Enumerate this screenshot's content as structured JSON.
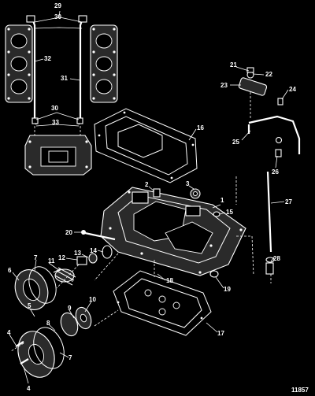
{
  "figure_number": "11857",
  "callouts": [
    {
      "id": "c29a",
      "text": "29"
    },
    {
      "id": "c30a",
      "text": "30"
    },
    {
      "id": "c32",
      "text": "32"
    },
    {
      "id": "c31",
      "text": "31"
    },
    {
      "id": "c30b",
      "text": "30"
    },
    {
      "id": "c33",
      "text": "33"
    },
    {
      "id": "c21",
      "text": "21"
    },
    {
      "id": "c22",
      "text": "22"
    },
    {
      "id": "c23",
      "text": "23"
    },
    {
      "id": "c24",
      "text": "24"
    },
    {
      "id": "c25",
      "text": "25"
    },
    {
      "id": "c26",
      "text": "26"
    },
    {
      "id": "c16",
      "text": "16"
    },
    {
      "id": "c2",
      "text": "2"
    },
    {
      "id": "c3",
      "text": "3"
    },
    {
      "id": "c1",
      "text": "1"
    },
    {
      "id": "c15",
      "text": "15"
    },
    {
      "id": "c27",
      "text": "27"
    },
    {
      "id": "c20",
      "text": "20"
    },
    {
      "id": "c14",
      "text": "14"
    },
    {
      "id": "c13",
      "text": "13"
    },
    {
      "id": "c12",
      "text": "12"
    },
    {
      "id": "c11",
      "text": "11"
    },
    {
      "id": "c7a",
      "text": "7"
    },
    {
      "id": "c6",
      "text": "6"
    },
    {
      "id": "c28",
      "text": "28"
    },
    {
      "id": "c18",
      "text": "18"
    },
    {
      "id": "c19",
      "text": "19"
    },
    {
      "id": "c10",
      "text": "10"
    },
    {
      "id": "c9",
      "text": "9"
    },
    {
      "id": "c8",
      "text": "8"
    },
    {
      "id": "c5",
      "text": "5"
    },
    {
      "id": "c17",
      "text": "17"
    },
    {
      "id": "c4a",
      "text": "4"
    },
    {
      "id": "c7b",
      "text": "7"
    },
    {
      "id": "c4b",
      "text": "4"
    }
  ]
}
